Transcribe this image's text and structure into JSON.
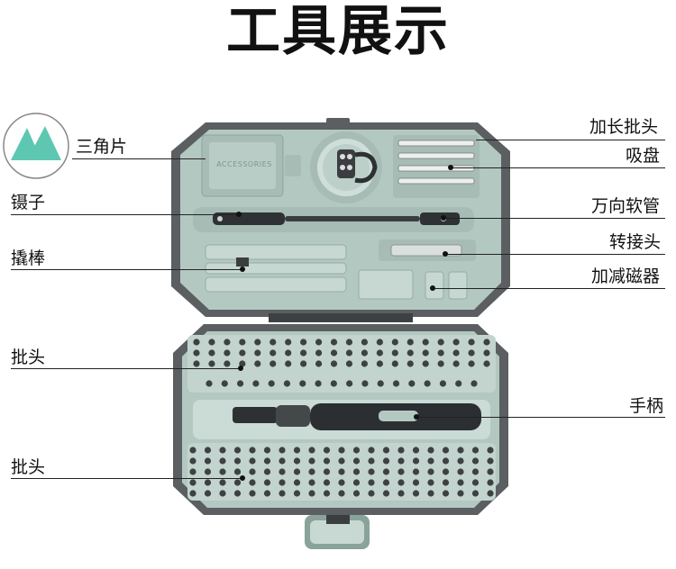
{
  "title": "工具展示",
  "labels": {
    "triangle_piece": "三角片",
    "tweezers": "镊子",
    "pry_bar": "撬棒",
    "bits_top": "批头",
    "bits_bottom": "批头",
    "extension_bits": "加长批头",
    "suction_cup": "吸盘",
    "flexible_shaft": "万向软管",
    "adapter": "转接头",
    "magnetizer": "加减磁器",
    "handle": "手柄"
  },
  "box_text": {
    "accessories": "ACCESSORIES"
  },
  "colors": {
    "case_dark": "#5b5f61",
    "tray_mint": "#b3c8c1",
    "tray_light": "#c8d8d2",
    "triangle_teal": "#5ec7b2"
  }
}
